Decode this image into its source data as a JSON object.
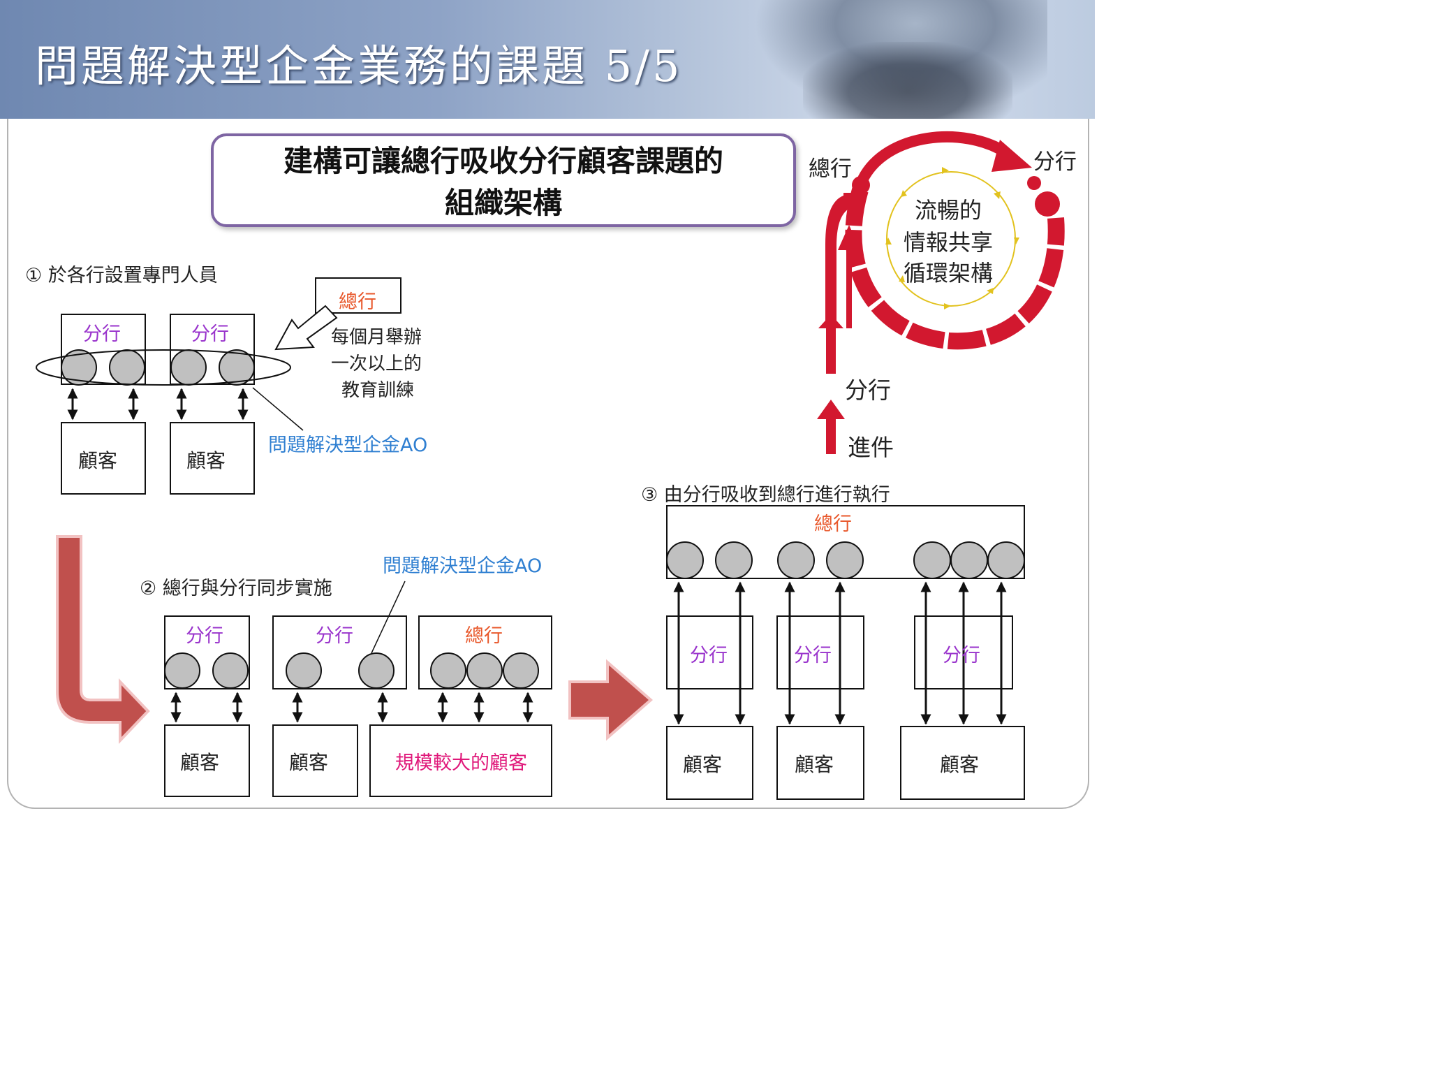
{
  "slide": {
    "title": "問題解決型企金業務的課題 5/5",
    "banner_line1": "建構可讓總行吸收分行顧客課題的",
    "banner_line2": "組織架構"
  },
  "cycle": {
    "hq": "總行",
    "branch": "分行",
    "center_line1": "流暢的",
    "center_line2": "情報共享",
    "center_line3": "循環架構",
    "branch_below": "分行",
    "entry": "進件"
  },
  "step1": {
    "heading": "① 於各行設置專門人員",
    "branch_a": "分行",
    "branch_b": "分行",
    "customer_a": "顧客",
    "customer_b": "顧客",
    "hq": "總行",
    "training_line1": "每個月舉辦",
    "training_line2": "一次以上的",
    "training_line3": "教育訓練",
    "ao_label": "問題解決型企金AO"
  },
  "step2": {
    "heading": "② 總行與分行同步實施",
    "ao_label": "問題解決型企金AO",
    "branch_a": "分行",
    "branch_b": "分行",
    "hq": "總行",
    "customer_a": "顧客",
    "customer_b": "顧客",
    "customer_large": "規模較大的顧客"
  },
  "step3": {
    "heading": "③ 由分行吸收到總行進行執行",
    "hq": "總行",
    "branch_a": "分行",
    "branch_b": "分行",
    "branch_c": "分行",
    "customer_a": "顧客",
    "customer_b": "顧客",
    "customer_c": "顧客"
  },
  "colors": {
    "branch_text": "#9933cc",
    "hq_text": "#e8572a",
    "ao_text": "#2f7fd1",
    "large_customer_text": "#e0187a",
    "cycle_red": "#d2182f",
    "flow_arrow": "#c0504d",
    "circle_fill": "#c0c0c0",
    "banner_border": "#7e65a3"
  }
}
